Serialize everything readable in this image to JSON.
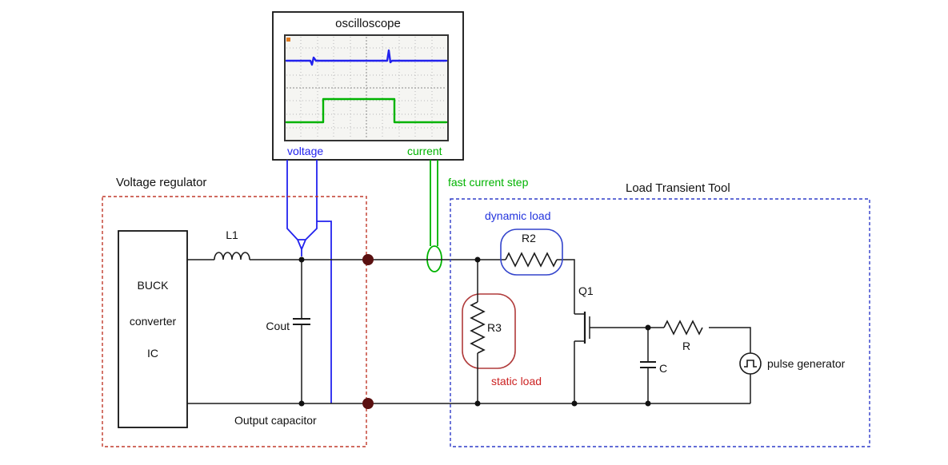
{
  "colors": {
    "voltage": "#2222ee",
    "current": "#00b300",
    "regulator_box": "#c03a2b",
    "load_tool_box": "#2f3bc9",
    "dynamic_load": "#2233dd",
    "static_load": "#cc2222",
    "r2_outline": "#3344cc",
    "r3_outline": "#b03a3a",
    "terminal_dot": "#5a1010"
  },
  "oscilloscope": {
    "title": "oscilloscope",
    "voltage_label": "voltage",
    "current_label": "current"
  },
  "annotations": {
    "fast_current_step": "fast current step"
  },
  "voltage_regulator": {
    "title": "Voltage regulator",
    "ic_label_lines": [
      "BUCK",
      "converter",
      "IC"
    ],
    "inductor": "L1",
    "output_cap": "Cout",
    "output_cap_caption": "Output capacitor"
  },
  "load_transient_tool": {
    "title": "Load Transient Tool",
    "dynamic_load": "dynamic load",
    "static_load": "static load",
    "r2": "R2",
    "r3": "R3",
    "q1": "Q1",
    "r": "R",
    "c": "C",
    "pulse_generator": "pulse generator"
  }
}
